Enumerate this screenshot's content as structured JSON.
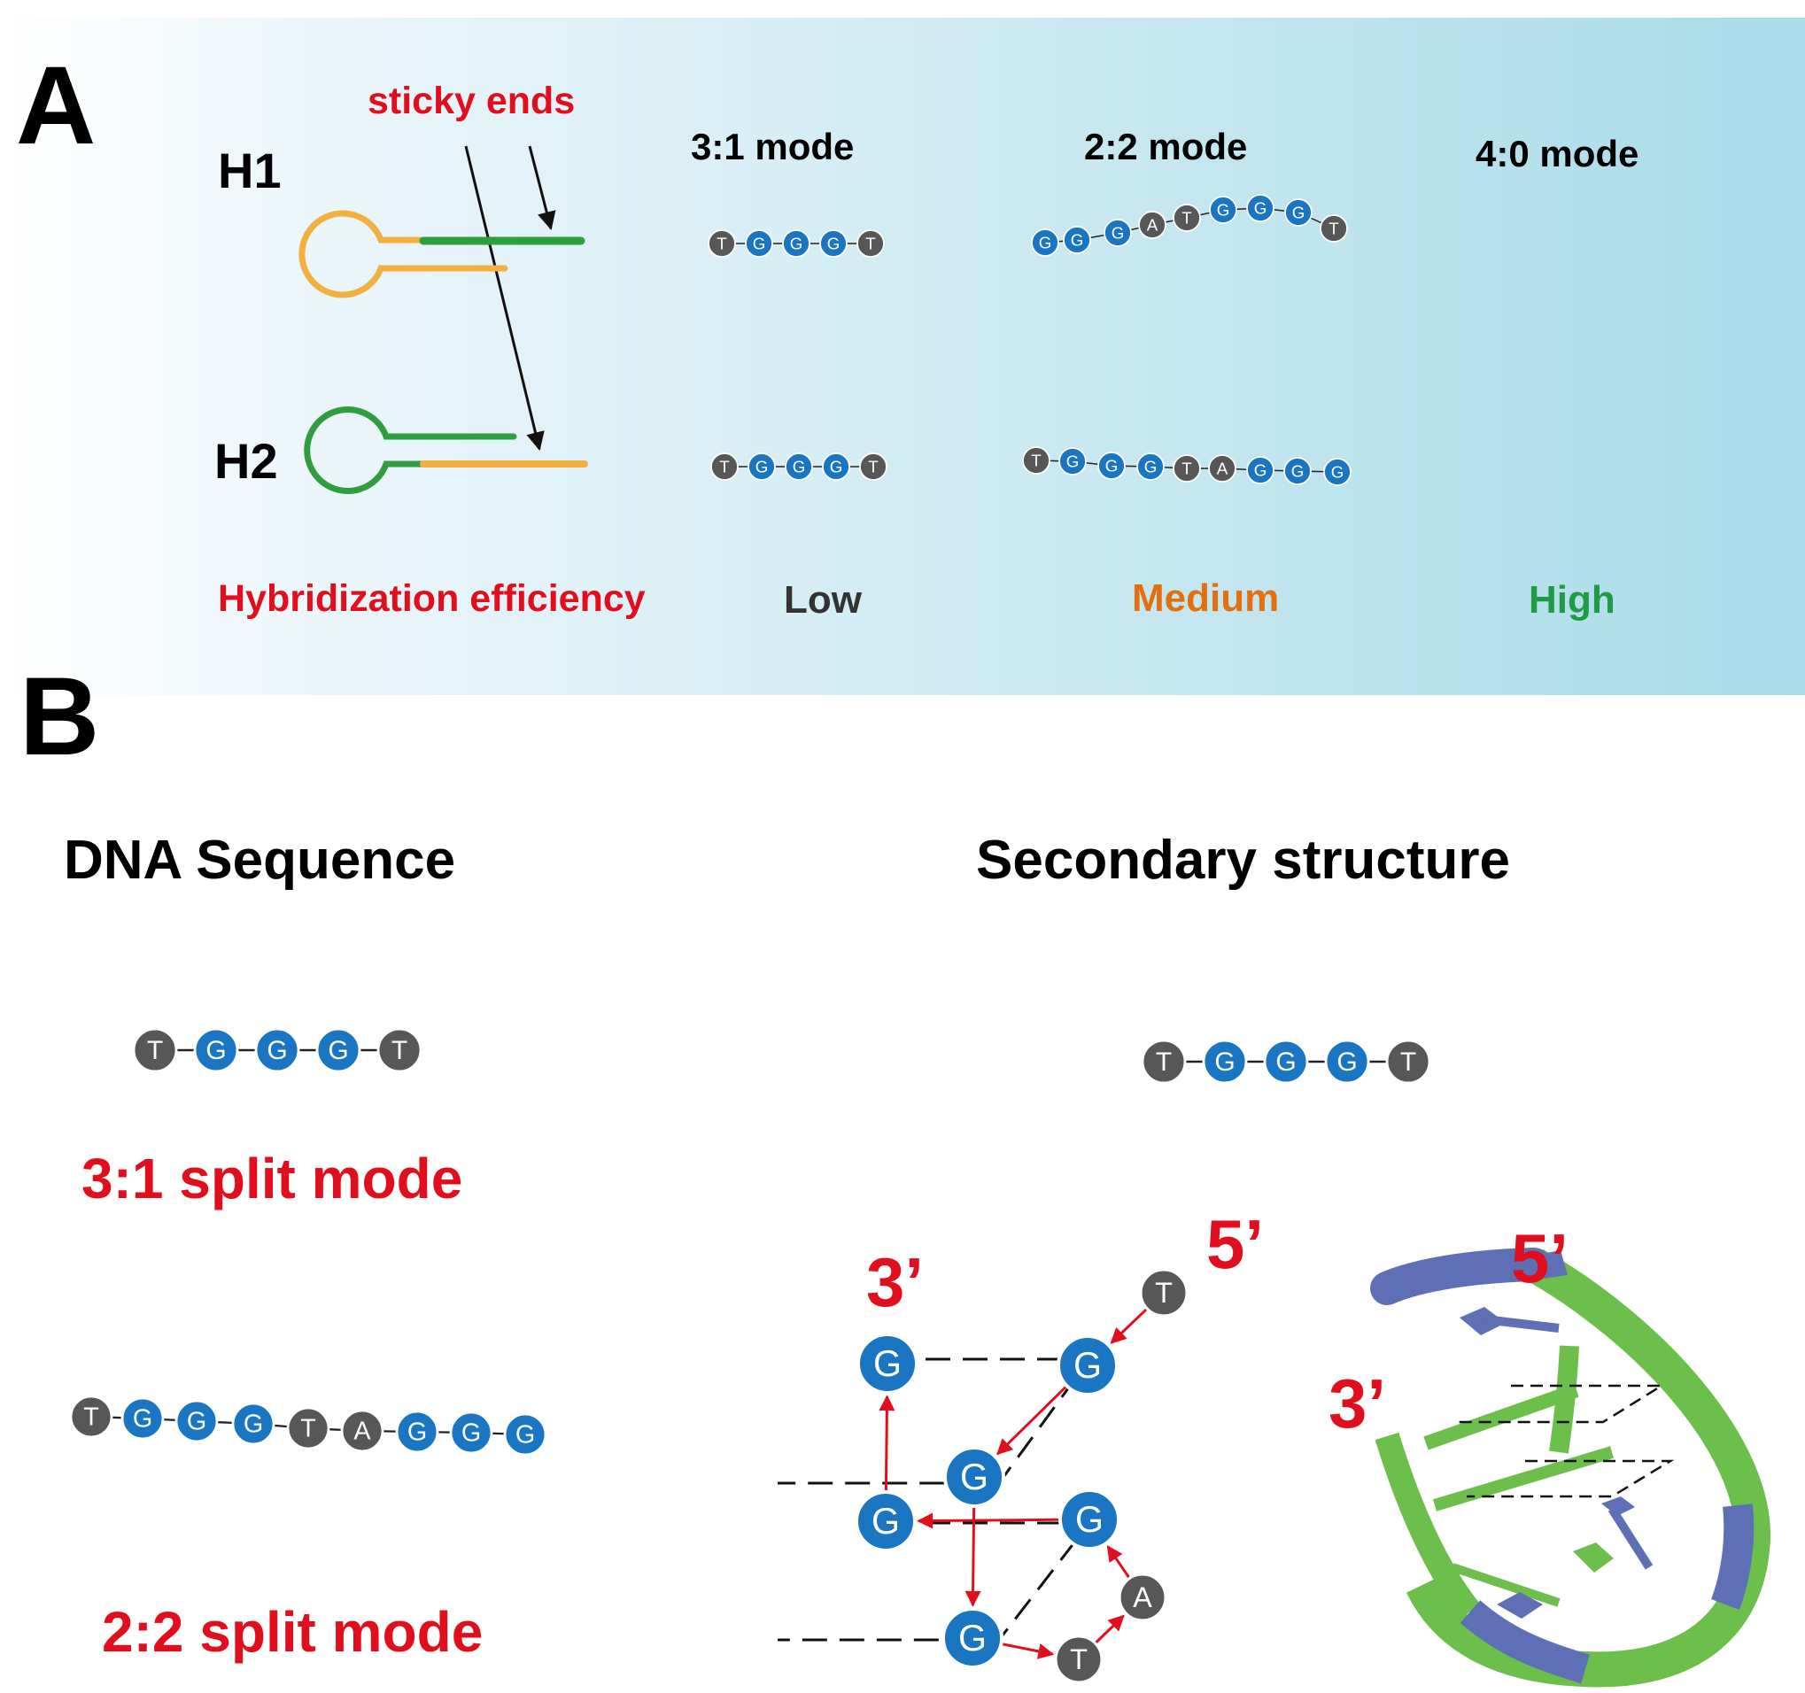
{
  "panel_a": {
    "letter": "A",
    "h1_label": "H1",
    "h2_label": "H2",
    "sticky_label": "sticky ends",
    "modes": [
      "3:1 mode",
      "2:2 mode",
      "4:0 mode"
    ],
    "efficiency_label": "Hybridization efficiency",
    "efficiency_levels": [
      "Low",
      "Medium",
      "High"
    ],
    "seq_31_h1": [
      "T",
      "G",
      "G",
      "G",
      "T"
    ],
    "seq_22_h1": [
      "G",
      "G",
      "G",
      "A",
      "T",
      "G",
      "G",
      "G",
      "T"
    ],
    "seq_31_h2": [
      "T",
      "G",
      "G",
      "G",
      "T"
    ],
    "seq_22_h2": [
      "T",
      "G",
      "G",
      "G",
      "T",
      "A",
      "G",
      "G",
      "G"
    ]
  },
  "panel_b": {
    "letter": "B",
    "dna_heading": "DNA Sequence",
    "secondary_heading": "Secondary structure",
    "split_31": "3:1 split mode",
    "split_22": "2:2 split mode",
    "seq_31": [
      "T",
      "G",
      "G",
      "G",
      "T"
    ],
    "seq_22": [
      "T",
      "G",
      "G",
      "G",
      "T",
      "A",
      "G",
      "G",
      "G"
    ],
    "seq_top_right": [
      "T",
      "G",
      "G",
      "G",
      "T"
    ],
    "quad_nodes": [
      "T",
      "G",
      "G",
      "G",
      "G",
      "G",
      "G",
      "T",
      "A"
    ],
    "end_5": "5’",
    "end_3": "3’"
  },
  "colors": {
    "g_blue": "#1a75c2",
    "t_gray": "#575757",
    "red": "#e10f1e",
    "orange": "#e3700f",
    "green_text": "#1f9a45",
    "hairpin_green": "#2e9e3e",
    "hairpin_orange": "#f2b040",
    "ribbon_green": "#6cbf4a",
    "ribbon_blue": "#5e6fb6"
  }
}
